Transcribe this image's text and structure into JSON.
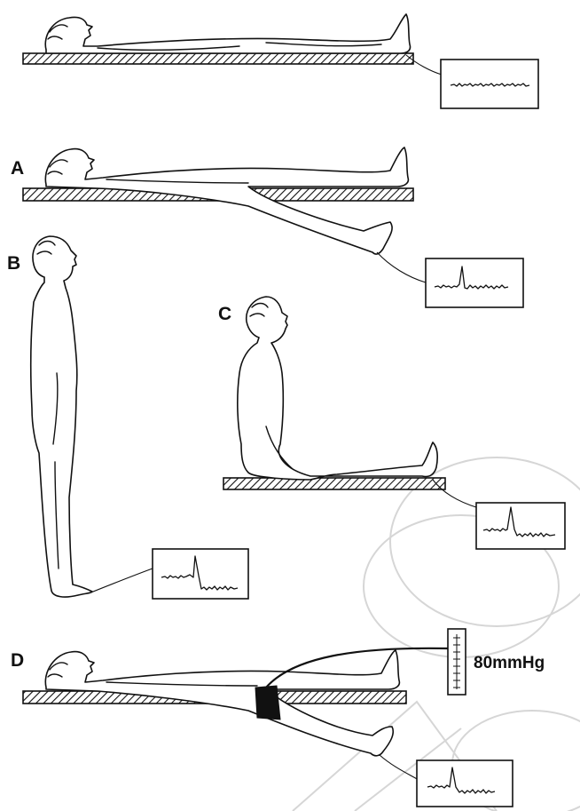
{
  "panels": {
    "baseline": {
      "label": ""
    },
    "a": {
      "label": "A"
    },
    "b": {
      "label": "B"
    },
    "c": {
      "label": "C"
    },
    "d": {
      "label": "D"
    }
  },
  "gauge": {
    "text": "80mmHg"
  }
}
